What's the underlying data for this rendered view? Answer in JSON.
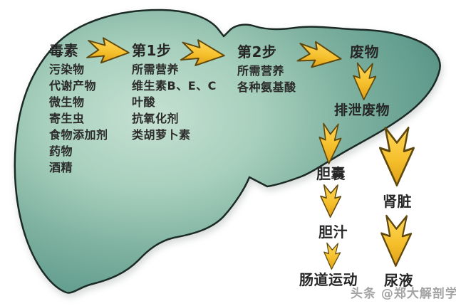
{
  "columns": [
    {
      "header": "毒素",
      "items": [
        "污染物",
        "代谢产物",
        "微生物",
        "寄生虫",
        "食物添加剂",
        "药物",
        "酒精"
      ]
    },
    {
      "header": "第1步",
      "items": [
        "所需营养",
        "维生素B、E、C",
        "叶酸",
        "抗氧化剂",
        "类胡萝卜素"
      ]
    },
    {
      "header": "第2步",
      "items": [
        "所需营养",
        "各种氨基酸"
      ]
    }
  ],
  "flow": {
    "waste": "废物",
    "excrete": "排泄废物",
    "gallbladder": "胆囊",
    "bile": "胆汁",
    "intestine": "肠道运动",
    "kidney": "肾脏",
    "urine": "尿液"
  },
  "watermark": "头条 @郑大解剖学",
  "colors": {
    "liver_center": "#c6e1d3",
    "liver_mid": "#7db09f",
    "liver_edge": "#589082",
    "liver_outline": "#1c2a26",
    "arrow_fill_top": "#ffd75c",
    "arrow_fill_bottom": "#e09f18",
    "arrow_stroke": "#5f480e",
    "text": "#262626",
    "watermark_gray": "#a3a3a3"
  }
}
